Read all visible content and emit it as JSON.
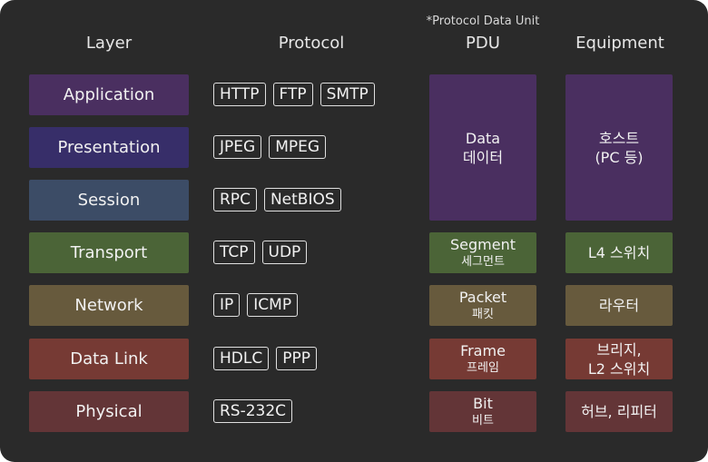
{
  "headers": {
    "layer": "Layer",
    "protocol": "Protocol",
    "pdu": "PDU",
    "equipment": "Equipment",
    "pdu_note": "*Protocol Data Unit"
  },
  "layers": [
    {
      "name": "Application",
      "color": "#4a2f60",
      "protocols": [
        "HTTP",
        "FTP",
        "SMTP"
      ]
    },
    {
      "name": "Presentation",
      "color": "#372e69",
      "protocols": [
        "JPEG",
        "MPEG"
      ]
    },
    {
      "name": "Session",
      "color": "#3c4c66",
      "protocols": [
        "RPC",
        "NetBIOS"
      ]
    },
    {
      "name": "Transport",
      "color": "#4b6437",
      "protocols": [
        "TCP",
        "UDP"
      ]
    },
    {
      "name": "Network",
      "color": "#675a3d",
      "protocols": [
        "IP",
        "ICMP"
      ]
    },
    {
      "name": "Data Link",
      "color": "#763a34",
      "protocols": [
        "HDLC",
        "PPP"
      ]
    },
    {
      "name": "Physical",
      "color": "#633537",
      "protocols": [
        "RS-232C"
      ]
    }
  ],
  "pdu": {
    "data": {
      "en": "Data",
      "ko": "데이터",
      "color": "#4a2f60"
    },
    "segment": {
      "en": "Segment",
      "ko": "세그먼트",
      "color": "#4b6437"
    },
    "packet": {
      "en": "Packet",
      "ko": "패킷",
      "color": "#675a3d"
    },
    "frame": {
      "en": "Frame",
      "ko": "프레임",
      "color": "#763a34"
    },
    "bit": {
      "en": "Bit",
      "ko": "비트",
      "color": "#633537"
    }
  },
  "equipment": {
    "host": {
      "line1": "호스트",
      "line2": "(PC 등)",
      "color": "#4a2f60"
    },
    "l4": {
      "line1": "L4 스위치",
      "color": "#4b6437"
    },
    "router": {
      "line1": "라우터",
      "color": "#675a3d"
    },
    "bridge": {
      "line1": "브리지,",
      "line2": "L2 스위치",
      "color": "#763a34"
    },
    "hub": {
      "line1": "허브, 리피터",
      "color": "#633537"
    }
  }
}
